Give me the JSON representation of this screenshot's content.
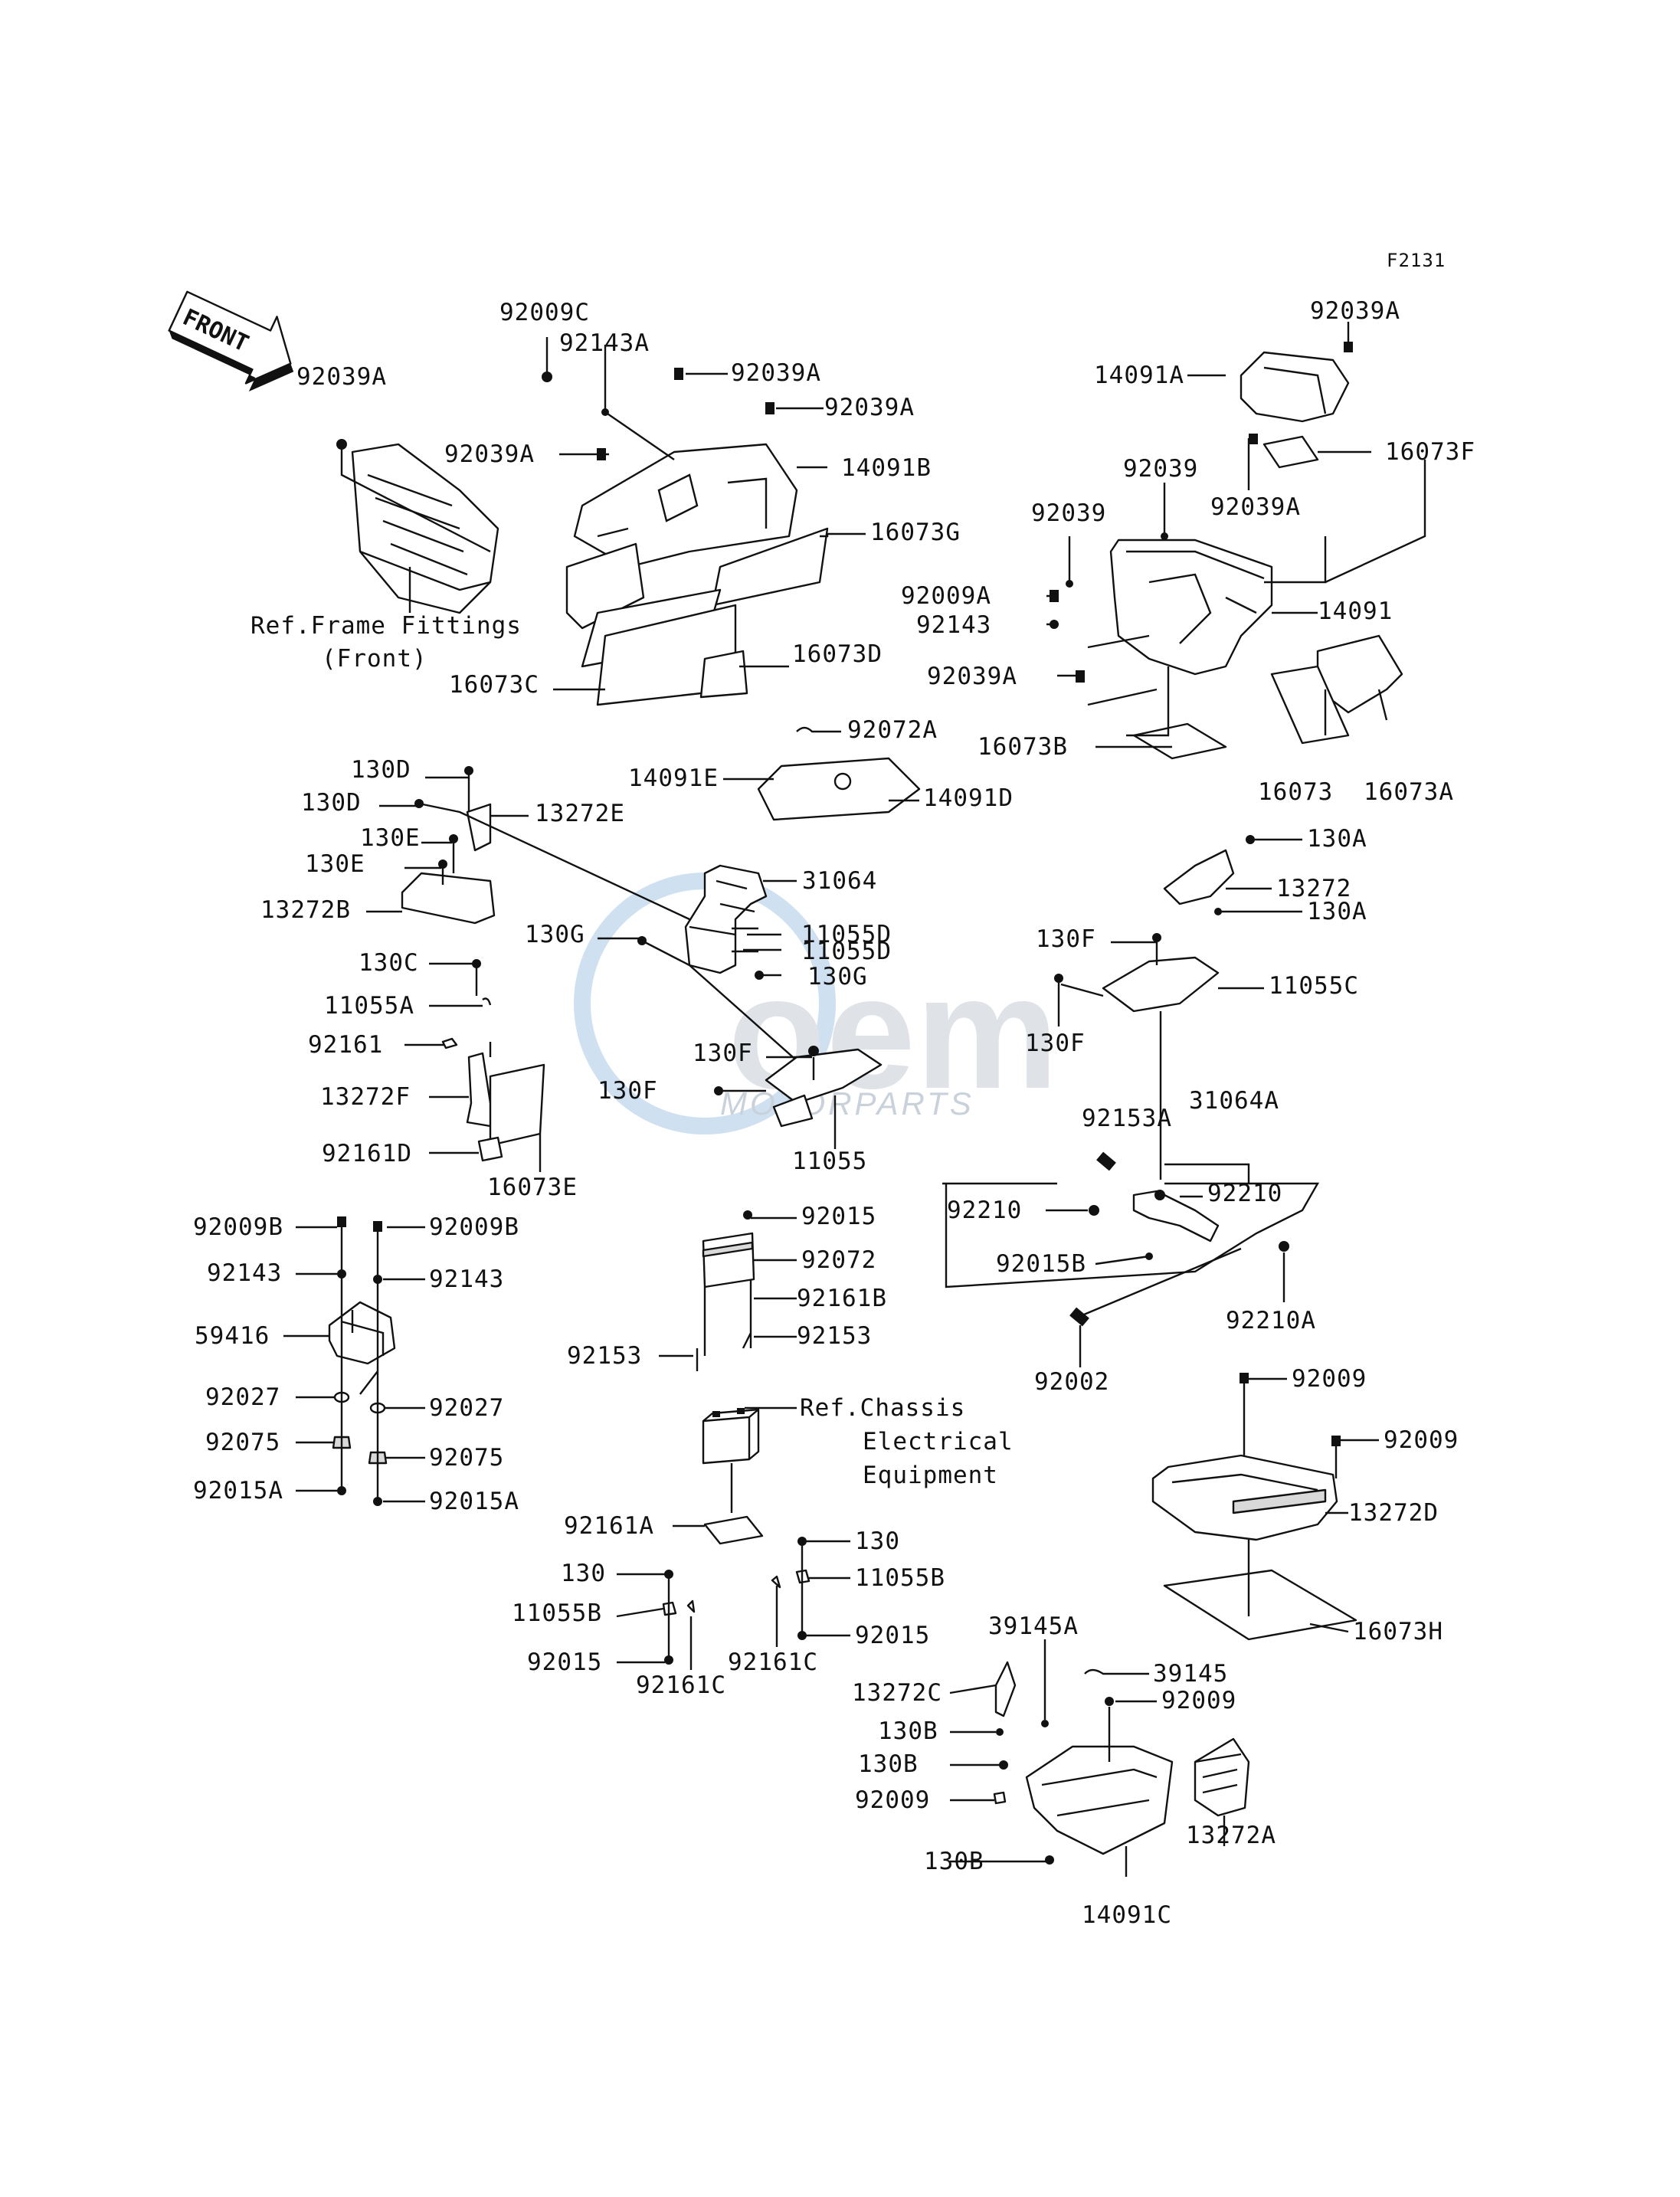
{
  "figure_id": "F2131",
  "front_label": "FRONT",
  "watermark": {
    "brand": "oem",
    "sub": "MOTORPARTS"
  },
  "references": {
    "frame_fittings": [
      "Ref.Frame Fittings",
      "(Front)"
    ],
    "chassis_electrical": [
      "Ref.Chassis",
      "Electrical",
      "Equipment"
    ]
  },
  "labels": {
    "p92009C": "92009C",
    "p92143A": "92143A",
    "p92039A_1": "92039A",
    "p92039A_2": "92039A",
    "p92039A_3": "92039A",
    "p92039A_4": "92039A",
    "p14091B": "14091B",
    "p16073G": "16073G",
    "p16073D": "16073D",
    "p16073C": "16073C",
    "p92039A_5": "92039A",
    "p14091A": "14091A",
    "p16073F": "16073F",
    "p92039A_6": "92039A",
    "p92039_1": "92039",
    "p92039_2": "92039",
    "p92009A": "92009A",
    "p92143": "92143",
    "p14091": "14091",
    "p92039A_7": "92039A",
    "p16073B": "16073B",
    "p16073": "16073",
    "p16073A": "16073A",
    "p92072A": "92072A",
    "p14091E": "14091E",
    "p14091D": "14091D",
    "p130D_1": "130D",
    "p130D_2": "130D",
    "p13272E": "13272E",
    "p130E_1": "130E",
    "p130E_2": "130E",
    "p13272B": "13272B",
    "p31064": "31064",
    "p130G_1": "130G",
    "p11055D_1": "11055D",
    "p11055D_2": "11055D",
    "p130G_2": "130G",
    "p130C": "130C",
    "p11055A": "11055A",
    "p92161": "92161",
    "p13272F": "13272F",
    "p92161D": "92161D",
    "p16073E": "16073E",
    "p130F_1": "130F",
    "p130F_2": "130F",
    "p11055": "11055",
    "p130A_1": "130A",
    "p13272": "13272",
    "p130A_2": "130A",
    "p130F_3": "130F",
    "p11055C": "11055C",
    "p130F_4": "130F",
    "p92153A": "92153A",
    "p31064A": "31064A",
    "p92210_1": "92210",
    "p92210_2": "92210",
    "p92015B": "92015B",
    "p92210A": "92210A",
    "p92002": "92002",
    "p92009B_1": "92009B",
    "p92009B_2": "92009B",
    "p92143_L1": "92143",
    "p92143_L2": "92143",
    "p59416": "59416",
    "p92027_1": "92027",
    "p92027_2": "92027",
    "p92075_1": "92075",
    "p92075_2": "92075",
    "p92015A_1": "92015A",
    "p92015A_2": "92015A",
    "p92015_1": "92015",
    "p92072": "92072",
    "p92161B": "92161B",
    "p92153_1": "92153",
    "p92153_2": "92153",
    "p92161A": "92161A",
    "p130_1": "130",
    "p130_2": "130",
    "p11055B_1": "11055B",
    "p11055B_2": "11055B",
    "p92015_2": "92015",
    "p92015_3": "92015",
    "p92161C_1": "92161C",
    "p92161C_2": "92161C",
    "p92009_1": "92009",
    "p92009_2": "92009",
    "p13272D": "13272D",
    "p16073H": "16073H",
    "p39145A": "39145A",
    "p13272C": "13272C",
    "p39145": "39145",
    "p92009_3": "92009",
    "p130B_1": "130B",
    "p130B_2": "130B",
    "p92009_4": "92009",
    "p13272A": "13272A",
    "p130B_3": "130B",
    "p14091C": "14091C"
  }
}
